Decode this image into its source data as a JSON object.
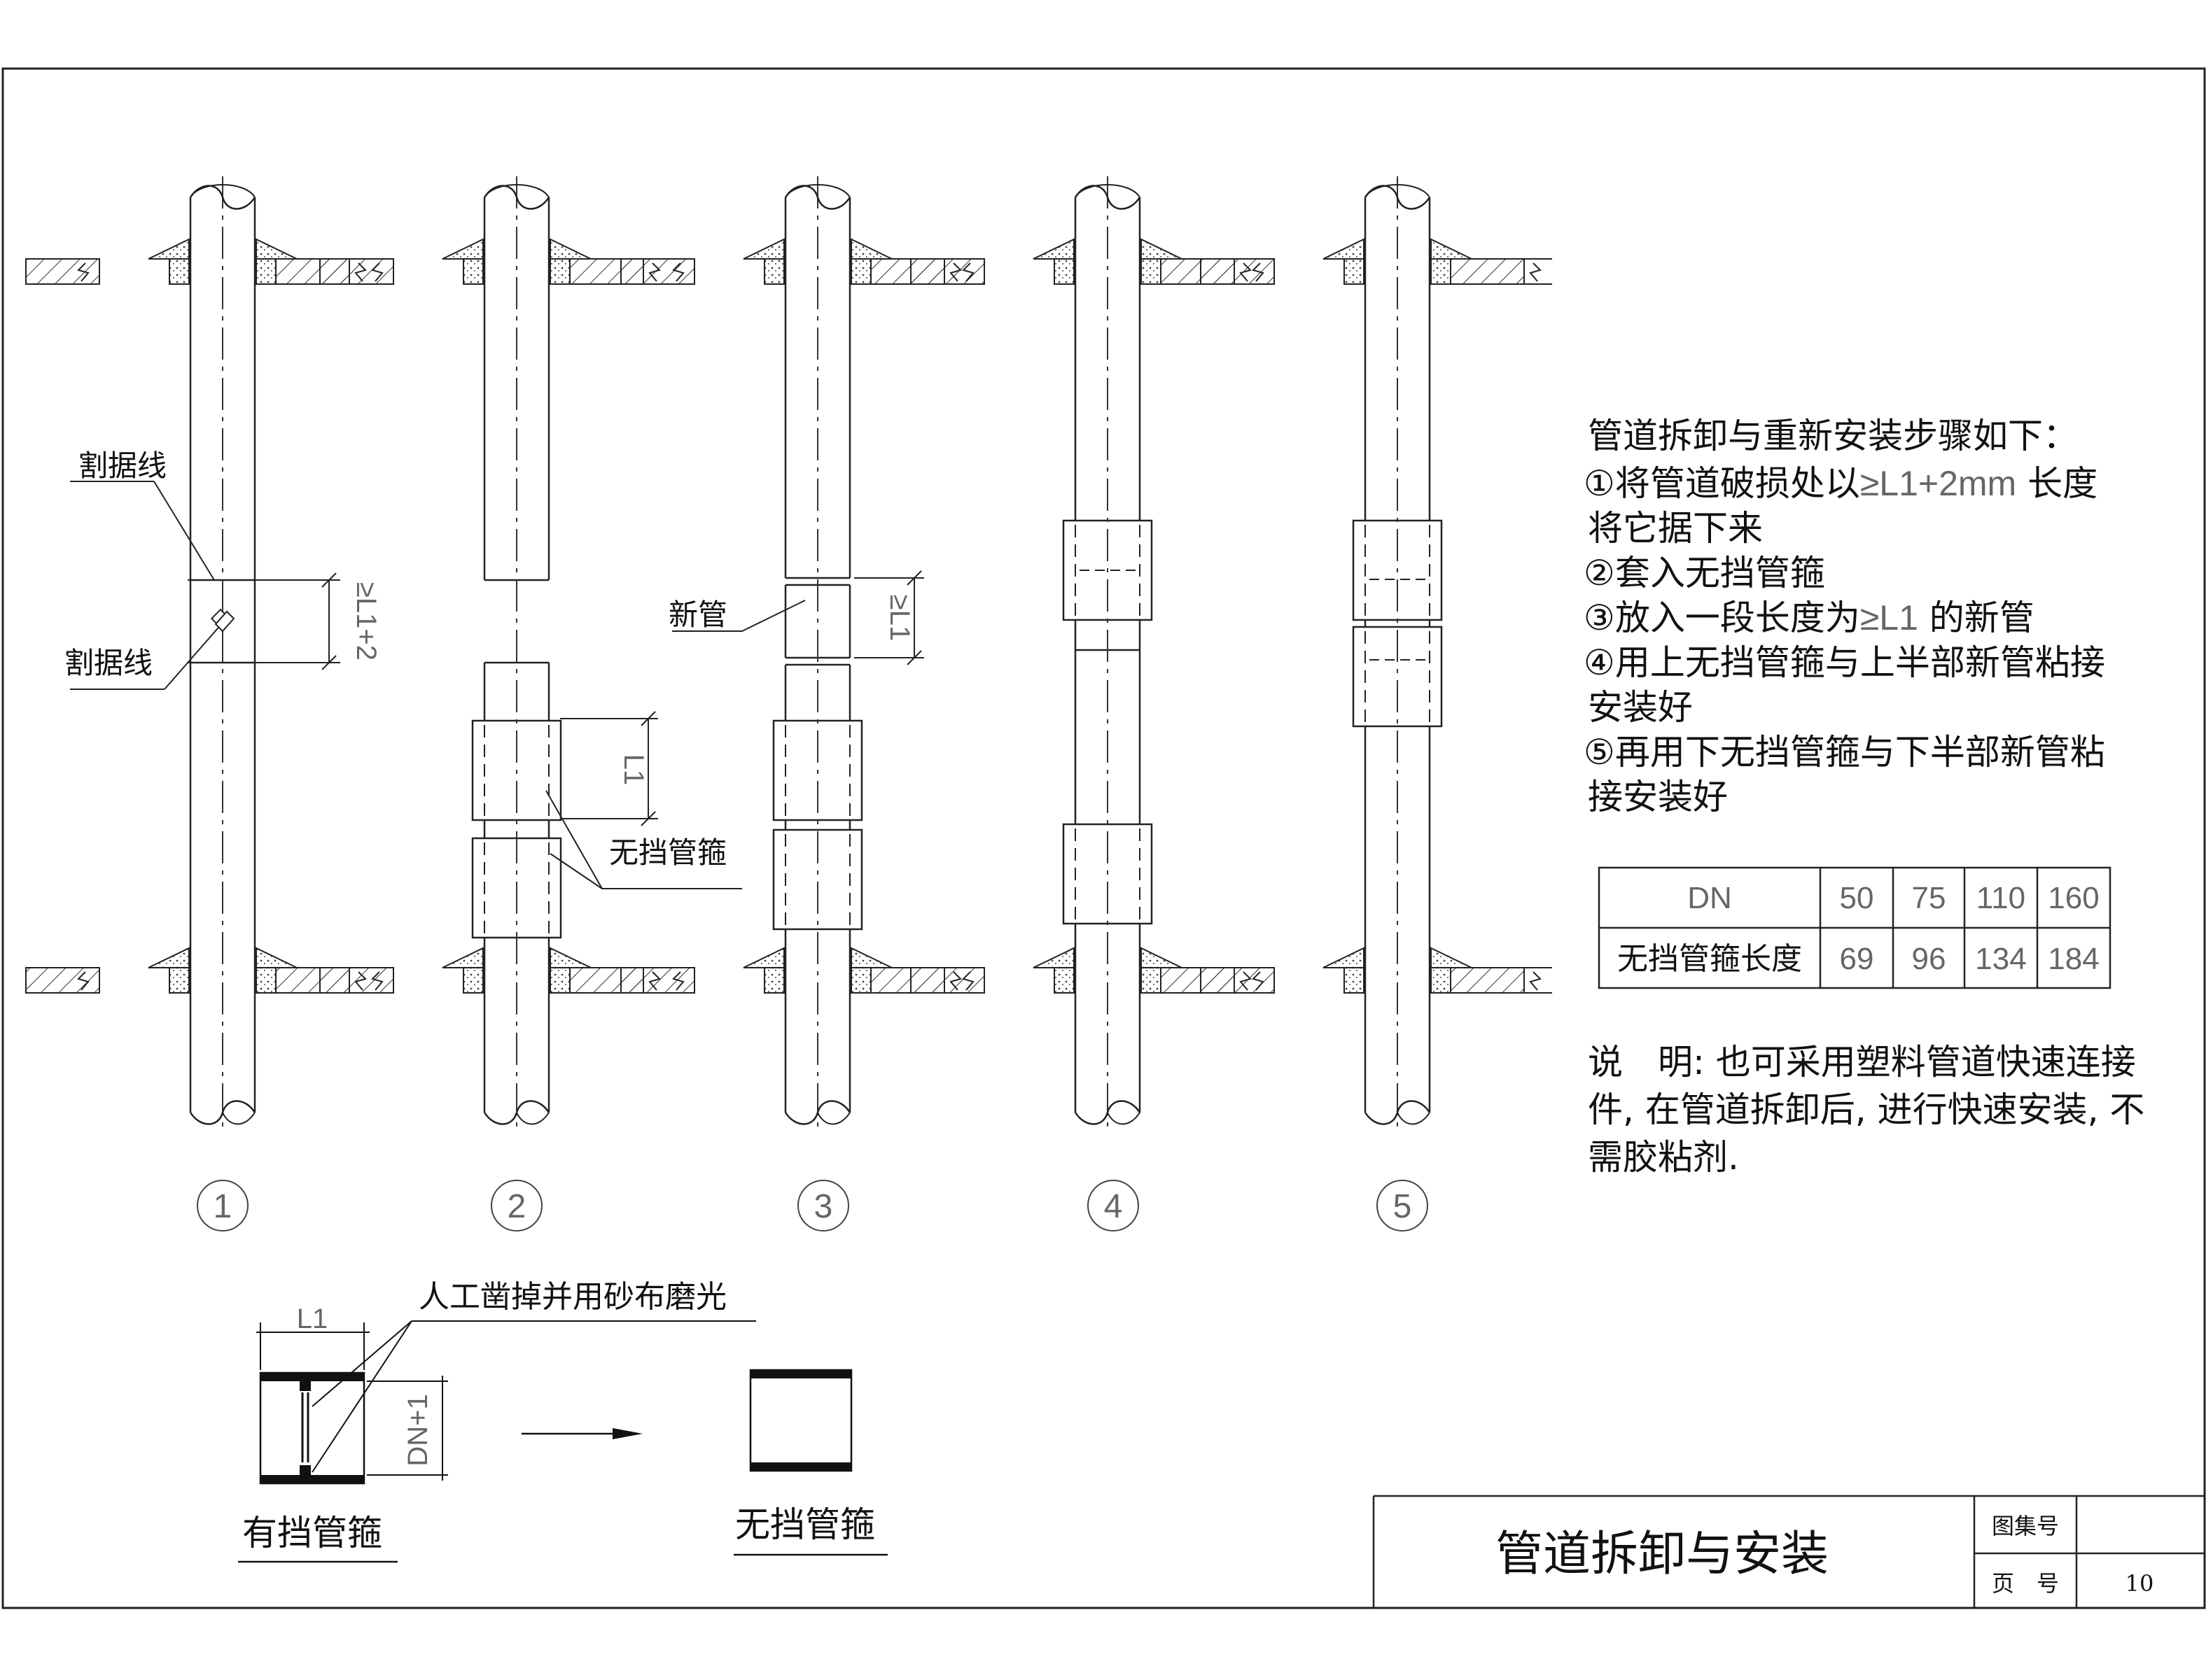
{
  "steps_panel": {
    "heading": "管道拆卸与重新安装步骤如下：",
    "step1_a": "①将管道破损处以",
    "step1_dim": "≥L1+2mm",
    "step1_b": " 长度",
    "step1_c": "将它据下来",
    "step2": "②套入无挡管箍",
    "step3_a": "③放入一段长度为",
    "step3_dim": "≥L1",
    "step3_b": " 的新管",
    "step4_a": "④用上无挡管箍与上半部新管粘接",
    "step4_b": "安装好",
    "step5_a": "⑤再用下无挡管箍与下半部新管粘",
    "step5_b": "接安装好"
  },
  "spec_table": {
    "header_label": "DN",
    "row_label": "无挡管箍长度",
    "dn_values": [
      "50",
      "75",
      "110",
      "160"
    ],
    "length_values": [
      "69",
      "96",
      "134",
      "184"
    ]
  },
  "note": {
    "line1": "说　明: 也可采用塑料管道快速连接",
    "line2": "件, 在管道拆卸后, 进行快速安装, 不",
    "line3": "需胶粘剂."
  },
  "figure_labels": {
    "cut_line_top": "割据线",
    "cut_line_bottom": "割据线",
    "dim_cut": "≥L1+2",
    "dim_l1": "L1",
    "dim_new_pipe": "≥L1",
    "new_pipe": "新管",
    "coupling_no_stop": "无挡管箍",
    "step_numbers": [
      "1",
      "2",
      "3",
      "4",
      "5"
    ]
  },
  "detail": {
    "chisel_note": "人工凿掉并用砂布磨光",
    "dim_l1": "L1",
    "dim_dn": "DN+1",
    "before_label": "有挡管箍",
    "after_label": "无挡管箍"
  },
  "title_block": {
    "title": "管道拆卸与安装",
    "atlas_no_label": "图集号",
    "atlas_no_value": "",
    "page_label": "页　号",
    "page_value": "10"
  }
}
